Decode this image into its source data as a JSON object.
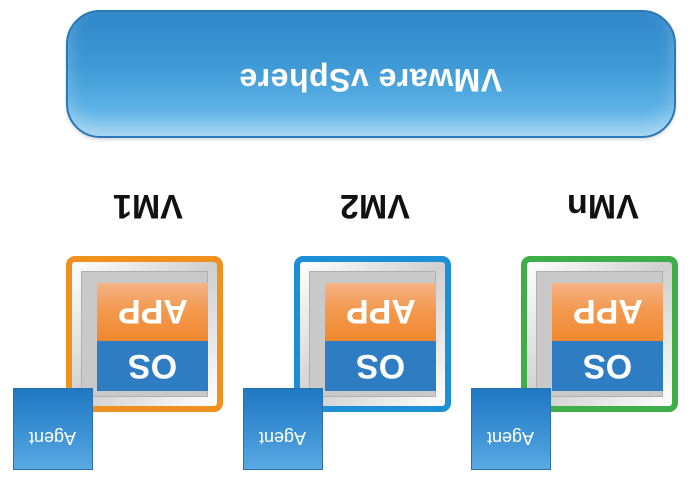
{
  "platform": {
    "label": "VMware vSphere",
    "color": "#3f9ad6"
  },
  "vms": [
    {
      "label": "VM1",
      "border_color": "#f0901e",
      "app_label": "APP",
      "os_label": "OS",
      "agent_label": "Agent"
    },
    {
      "label": "VM2",
      "border_color": "#1d8fd6",
      "app_label": "APP",
      "os_label": "OS",
      "agent_label": "Agent"
    },
    {
      "label": "VMn",
      "border_color": "#3fae49",
      "app_label": "APP",
      "os_label": "OS",
      "agent_label": "Agent"
    }
  ],
  "colors": {
    "app": "#f0882e",
    "os": "#2e7dc3",
    "agent": "#3f94d6"
  }
}
